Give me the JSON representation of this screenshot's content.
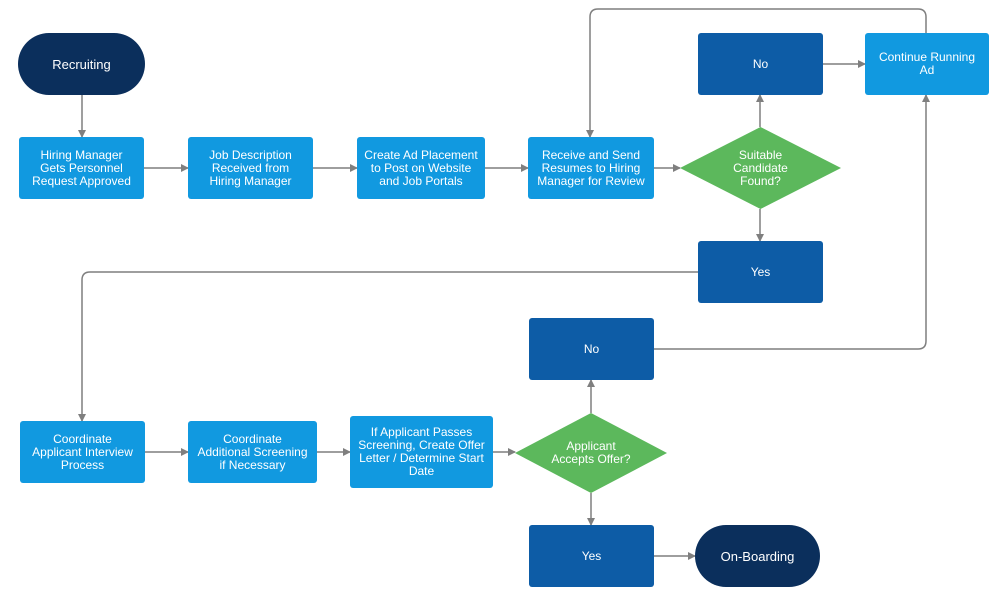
{
  "colors": {
    "process": "#1199e0",
    "answer": "#0d5ca6",
    "terminal": "#0b2f5c",
    "decision": "#5cb85c",
    "connector": "#7f7f7f"
  },
  "nodes": {
    "recruiting": "Recruiting",
    "hiring_manager": "Hiring Manager\nGets Personnel\nRequest Approved",
    "job_description": "Job Description\nReceived from\nHiring Manager",
    "ad_placement": "Create Ad Placement\nto Post on Website\nand Job Portals",
    "receive_resumes": "Receive and Send\nResumes to Hiring\nManager for Review",
    "suitable_candidate": "Suitable\nCandidate\nFound?",
    "no_top": "No",
    "continue_ad": "Continue Running\nAd",
    "yes_top": "Yes",
    "coordinate_interview": "Coordinate\nApplicant Interview\nProcess",
    "additional_screening": "Coordinate\nAdditional Screening\nif Necessary",
    "create_offer": "If Applicant Passes\nScreening, Create Offer\nLetter / Determine Start\nDate",
    "accepts_offer": "Applicant\nAccepts Offer?",
    "no_bottom": "No",
    "yes_bottom": "Yes",
    "onboarding": "On-Boarding"
  }
}
